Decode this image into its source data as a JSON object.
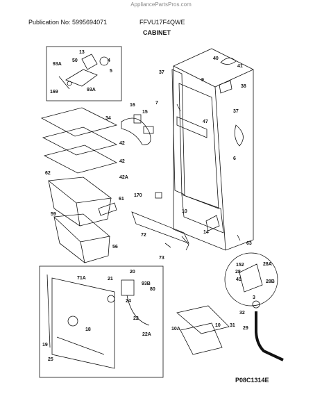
{
  "header": {
    "site": "AppliancePartsPros.com",
    "publication": "Publication No: 5995694071",
    "model": "FFVU17F4QWE",
    "title": "CABINET"
  },
  "footer": {
    "diagram_code": "P08C1314E"
  },
  "callouts": {
    "c13": "13",
    "c93a_1": "93A",
    "c50": "50",
    "c4": "4",
    "c5": "5",
    "c169": "169",
    "c93a_2": "93A",
    "c40": "40",
    "c41": "41",
    "c37a": "37",
    "c9": "9",
    "c38": "38",
    "c7": "7",
    "c37b": "37",
    "c16": "16",
    "c15": "15",
    "c34": "34",
    "c47": "47",
    "c42a": "42",
    "c42b": "42",
    "c42c": "42A",
    "c6": "6",
    "c62": "62",
    "c170": "170",
    "c61": "61",
    "c10": "10",
    "c59": "59",
    "c14": "14",
    "c72": "72",
    "c56": "56",
    "c63": "63",
    "c73": "73",
    "c152": "152",
    "c28a": "28A",
    "c28": "28",
    "c41b": "41",
    "c28b": "28B",
    "c71a": "71A",
    "c20": "20",
    "c21": "21",
    "c93b": "93B",
    "c80": "80",
    "c24": "24",
    "c22": "22",
    "c18": "18",
    "c22a": "22A",
    "c19": "19",
    "c25": "25",
    "c3": "3",
    "c32": "32",
    "c29": "29",
    "c10a": "10A",
    "c10b": "10",
    "c31": "31"
  }
}
